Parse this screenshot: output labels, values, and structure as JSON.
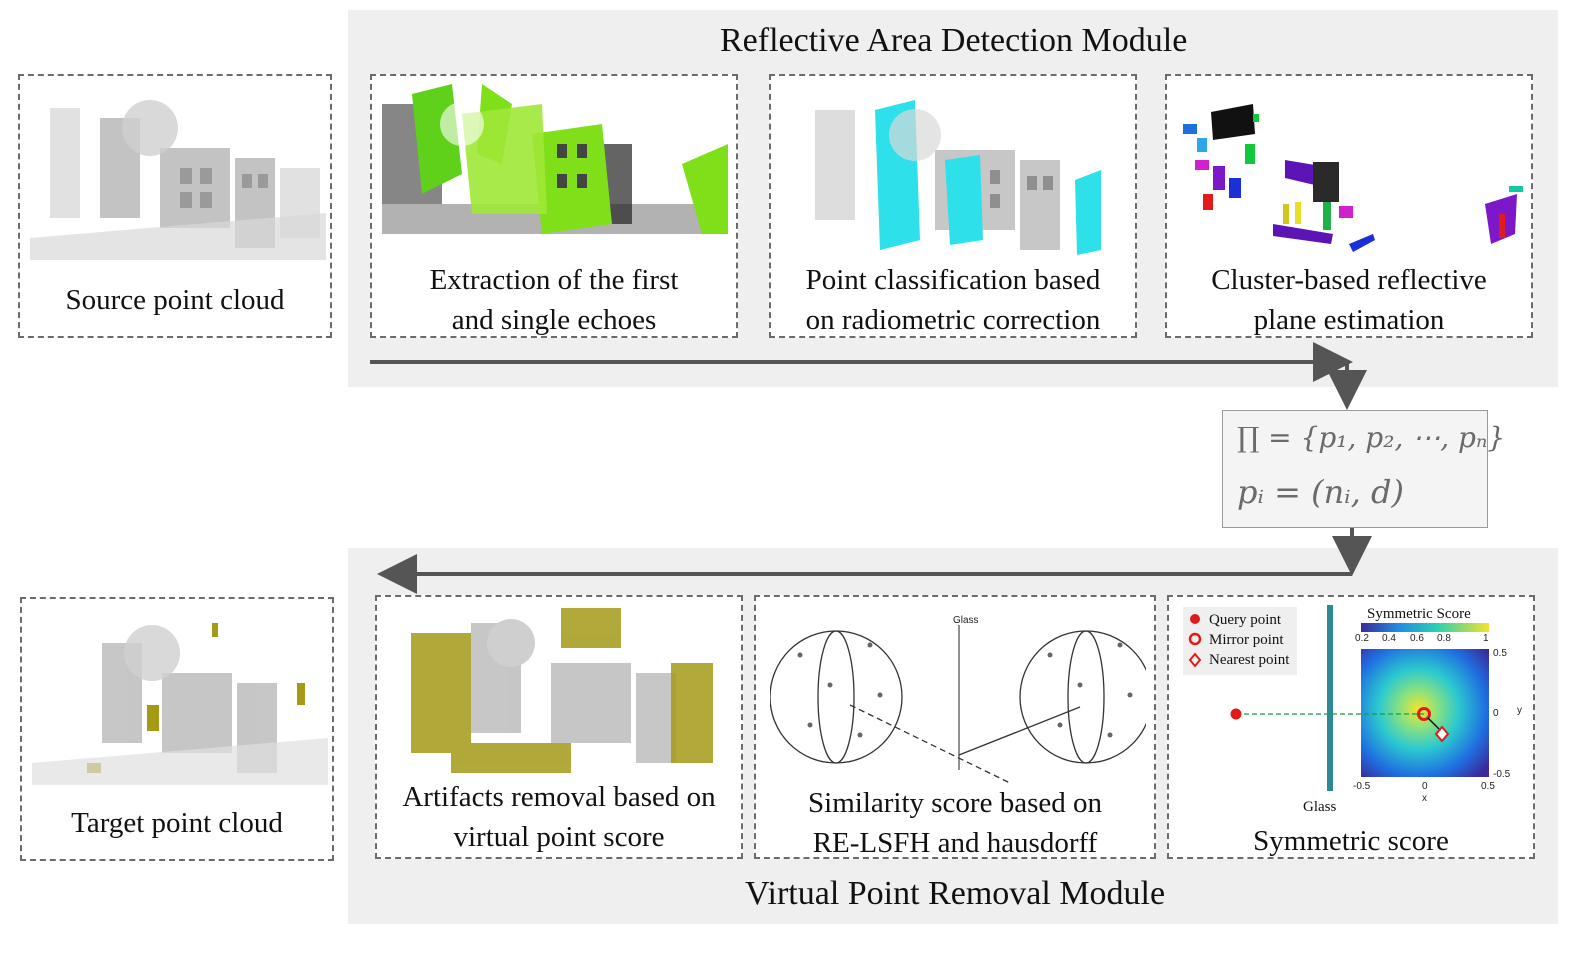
{
  "modules": {
    "detection_title": "Reflective Area Detection Module",
    "removal_title": "Virtual Point Removal Module"
  },
  "source": {
    "caption": "Source point cloud"
  },
  "target": {
    "caption": "Target point cloud"
  },
  "detection_steps": [
    {
      "line1": "Extraction of the first",
      "line2": "and single echoes"
    },
    {
      "line1": "Point classification based",
      "line2": "on radiometric correction"
    },
    {
      "line1": "Cluster-based reflective",
      "line2": "plane estimation"
    }
  ],
  "removal_steps": [
    {
      "line1": "Artifacts removal based on",
      "line2": "virtual point score"
    },
    {
      "line1": "Similarity score based on",
      "line2": "RE-LSFH and hausdorff"
    },
    {
      "line1": "Symmetric score",
      "line2": ""
    }
  ],
  "formula": {
    "line1": "∏ = {p₁, p₂, ⋯, pₙ}",
    "line2": "pᵢ = (nᵢ, d)"
  },
  "similarity_panel": {
    "glass_label": "Glass"
  },
  "symmetric_panel": {
    "legend": [
      "Query point",
      "Mirror point",
      "Nearest point"
    ],
    "glass_label": "Glass",
    "colorbar_title": "Symmetric Score",
    "colorbar_ticks": [
      "0.2",
      "0.4",
      "0.6",
      "0.8",
      "1"
    ],
    "x_ticks": [
      "-0.5",
      "0",
      "0.5"
    ],
    "y_ticks": [
      "0.5",
      "0",
      "-0.5"
    ],
    "xlabel": "x",
    "ylabel": "y"
  },
  "colors": {
    "module_bg": "#efefef",
    "arrow": "#555555",
    "green_highlight": "#7fe01a",
    "cyan_highlight": "#2de0ea",
    "olive_highlight": "#a39a16",
    "query_point": "#e11b1b",
    "glass": "#2a8a96"
  }
}
